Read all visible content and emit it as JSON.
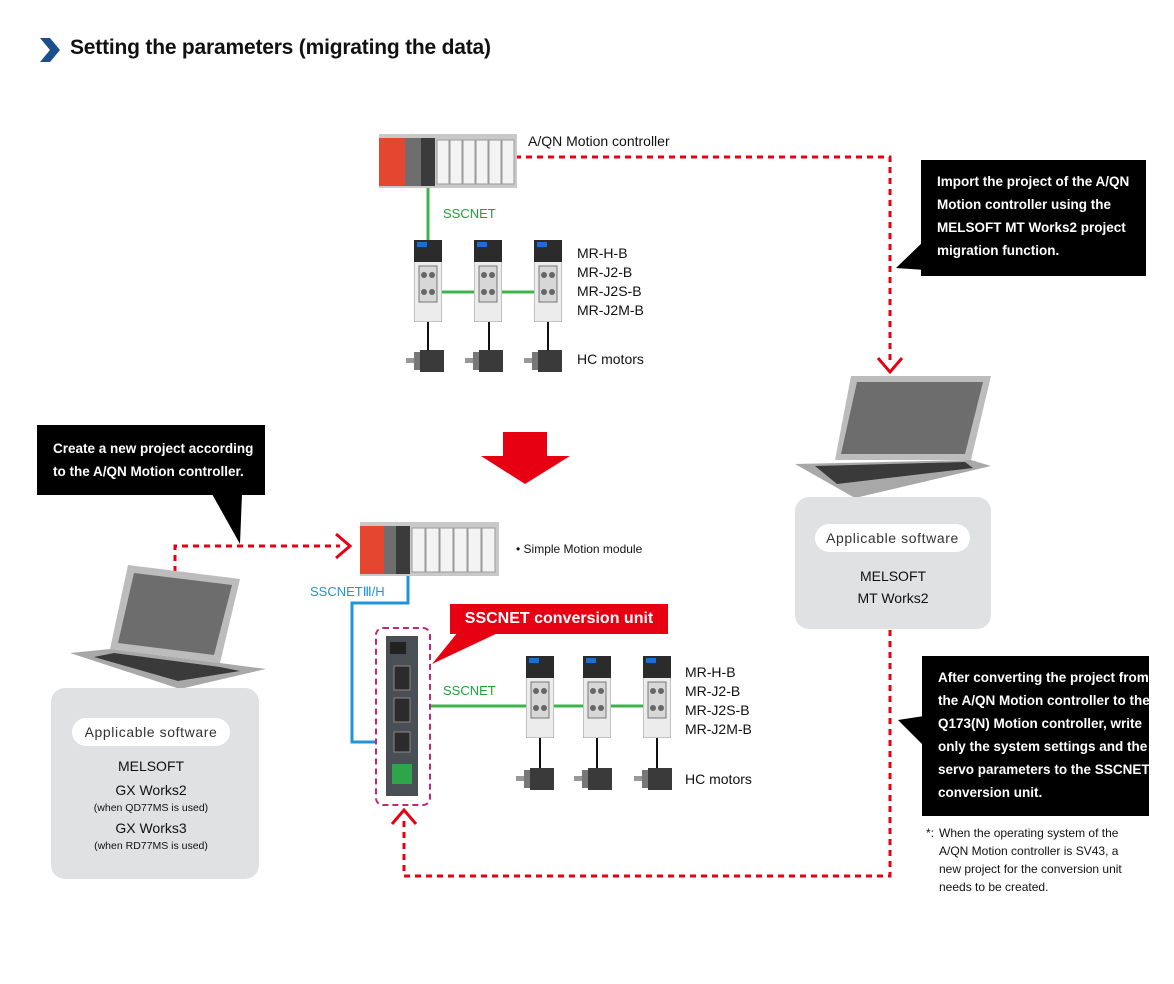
{
  "header": {
    "title": "Setting the parameters (migrating the data)"
  },
  "top_system": {
    "controller_label": "A/QN Motion controller",
    "network_label": "SSCNET",
    "amp_models": [
      "MR-H-B",
      "MR-J2-B",
      "MR-J2S-B",
      "MR-J2M-B"
    ],
    "motors_label": "HC motors"
  },
  "bottom_system": {
    "module_label": "Simple Motion module",
    "network_upper_label": "SSCNETⅢ/H",
    "conversion_unit_label": "SSCNET conversion unit",
    "network_lower_label": "SSCNET",
    "amp_models": [
      "MR-H-B",
      "MR-J2-B",
      "MR-J2S-B",
      "MR-J2M-B"
    ],
    "motors_label": "HC motors"
  },
  "callouts": {
    "import": [
      "Import the project of the A/QN",
      "Motion controller using the",
      "MELSOFT MT Works2 project",
      "migration function."
    ],
    "create": [
      "Create a new project according",
      "to the A/QN Motion controller."
    ],
    "write": [
      "After converting the project from",
      "the A/QN Motion controller to the",
      "Q173(N) Motion controller, write",
      "only the system settings and the",
      "servo parameters to the SSCNET",
      "conversion unit."
    ]
  },
  "software_right": {
    "heading": "Applicable software",
    "lines": [
      "MELSOFT",
      "MT Works2"
    ]
  },
  "software_left": {
    "heading": "Applicable software",
    "vendor": "MELSOFT",
    "items": [
      {
        "name": "GX Works2",
        "note": "(when QD77MS is used)"
      },
      {
        "name": "GX Works3",
        "note": "(when RD77MS is used)"
      }
    ]
  },
  "footnote": {
    "marker": "*:",
    "lines": [
      "When the operating system of the",
      "A/QN Motion controller is SV43, a",
      "new project for the conversion unit",
      "needs to be created."
    ]
  },
  "colors": {
    "accent_red": "#e60012",
    "network_green": "#1aa33a",
    "network_blue": "#1e96d8",
    "title_chevron": "#1b4f8c"
  }
}
